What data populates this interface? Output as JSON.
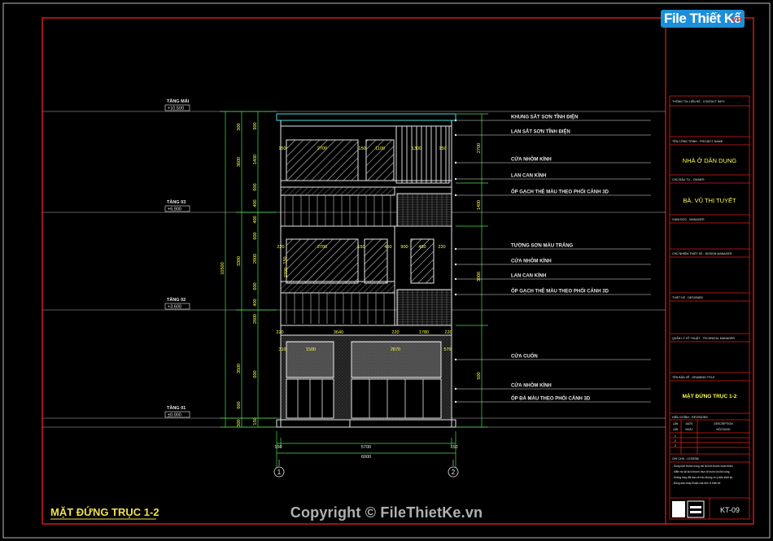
{
  "logo": {
    "brand": "File Thiết Kế",
    "ext": ".vn"
  },
  "watermark": "Copyright © FileThietKe.vn",
  "drawing_title": "MẶT ĐỨNG TRỤC 1-2",
  "levels": [
    {
      "name": "TẦNG MÁI",
      "value": "+10.500"
    },
    {
      "name": "TẦNG 03",
      "value": "+6.900"
    },
    {
      "name": "TẦNG 02",
      "value": "+3.600"
    },
    {
      "name": "TẦNG 01",
      "value": "±0.000"
    }
  ],
  "callouts": [
    "KHUNG SẮT SƠN TĨNH ĐIỆN",
    "LAN SẮT SƠN TĨNH ĐIỆN",
    "CỬA NHÔM KÍNH",
    "LAN CAN KÍNH",
    "ỐP GẠCH THẺ MÀU THEO PHỐI CẢNH 3D",
    "TƯỜNG SƠN MÀU TRẮNG",
    "CỬA NHÔM KÍNH",
    "LAN CAN KÍNH",
    "ỐP GẠCH THẺ MÀU THEO PHỐI CẢNH 3D",
    "CỬA CUỐN",
    "CỬA NHÔM KÍNH",
    "ỐP ĐÁ MÀU THEO PHỐI CẢNH 3D"
  ],
  "dims": {
    "total_height": "10500",
    "left": [
      "300",
      "600",
      "3500",
      "3300",
      "3600",
      "300"
    ],
    "left_inner": [
      "900",
      "1400",
      "600",
      "400",
      "400",
      "600",
      "2800",
      "600",
      "400",
      "2800",
      "600",
      "150"
    ],
    "right": [
      "2700",
      "1400",
      "3000",
      "500"
    ],
    "bottom_inner": "5700",
    "bottom_total": "6000",
    "bottom_left": "150",
    "bottom_right": "150",
    "f3_top": [
      "150",
      "2700",
      "150",
      "1100",
      "1300",
      "150"
    ],
    "f2_top": [
      "220",
      "2700",
      "150",
      "450",
      "900",
      "450",
      "220"
    ],
    "f2_left": [
      "150",
      "2700"
    ],
    "f1_top": [
      "220",
      "3640",
      "220",
      "1780",
      "220"
    ],
    "f1_doors": [
      "310",
      "1500",
      "2870",
      "570"
    ]
  },
  "axes": [
    "1",
    "2"
  ],
  "title_block": {
    "project_info_label": "THÔNG TIN LIÊN HỆ - CONTACT INFO",
    "project_label": "TÊN CÔNG TRÌNH - PROJECT NAME",
    "project_name": "NHÀ Ở DÂN DỤNG",
    "owner_label": "CHỦ ĐẦU TƯ - OWNER",
    "owner_name": "BÀ. VŨ THỊ TUYẾT",
    "director_label": "GIÁM ĐỐC - MANAGER",
    "design_manager_label": "CHỦ NHIỆM THIẾT KẾ - DESIGN MANAGER",
    "designer_label": "THIẾT KẾ - DESIGNED",
    "tech_manager_label": "QUẢN LÝ KỸ THUẬT - TECHNICAL MANAGER",
    "drawing_name_label": "TÊN BẢN VẼ - DRAWING TITLE",
    "drawing_name": "MẶT ĐỨNG TRỤC 1-2",
    "revision_label": "HIỆU CHỈNH - REVISIONS",
    "rev_headers": [
      "LẦN",
      "DATE",
      "DESCRIPTION"
    ],
    "rev_sub": [
      "LẦN",
      "NGÀY",
      "NỘI DUNG"
    ],
    "rev_rows": [
      "1",
      "2",
      "3"
    ],
    "notes_label": "GHI CHÚ - LEGEND",
    "notes": [
      "- Dùng kích thước trong mô tả kích thước hoàn thiện.",
      "- Kiểm tra lại kích thước thực tế trước khi thi công.",
      "- Không thay đổi bản vẽ nếu không có ý kiến thiết kế.",
      "- Đóng dấu chấp thuận của đơn vị thiết kế."
    ],
    "sheet_no": "KT-09"
  },
  "colors": {
    "frame": "#e01c1c",
    "line": "#e8e8e8",
    "yellow": "#ffff4d",
    "cyan": "#3fe0e0",
    "green": "#4de04d",
    "magenta": "#e04de0",
    "title_text": "#f0e050"
  }
}
